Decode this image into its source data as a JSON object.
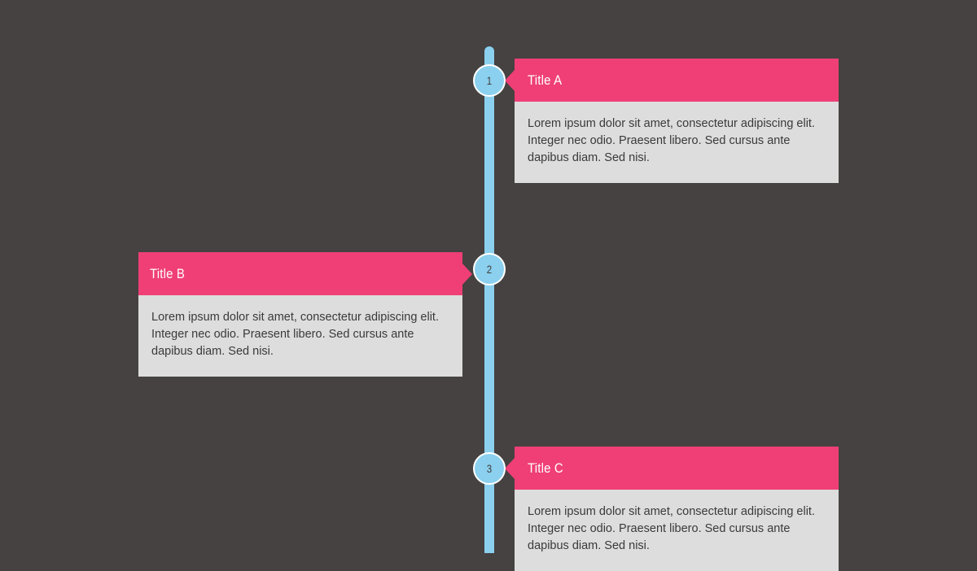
{
  "page": {
    "background_color": "#454241",
    "title": "Vertical Timeline"
  },
  "theme": {
    "accent_pink": "#ef3f76",
    "accent_blue": "#8bd0ee",
    "card_body_bg": "#dddddd",
    "body_text_color": "#3a3a3a",
    "title_text_color": "#ffffff",
    "marker_border_color": "#ffffff",
    "marker_number_color": "#3f3d3c"
  },
  "timeline": {
    "entries": [
      {
        "number": "1",
        "title": "Title A",
        "text": "Lorem ipsum dolor sit amet, consectetur adipiscing elit. Integer nec odio. Praesent libero. Sed cursus ante dapibus diam. Sed nisi.",
        "side": "right"
      },
      {
        "number": "2",
        "title": "Title B",
        "text": "Lorem ipsum dolor sit amet, consectetur adipiscing elit. Integer nec odio. Praesent libero. Sed cursus ante dapibus diam. Sed nisi.",
        "side": "left"
      },
      {
        "number": "3",
        "title": "Title C",
        "text": "Lorem ipsum dolor sit amet, consectetur adipiscing elit. Integer nec odio. Praesent libero. Sed cursus ante dapibus diam. Sed nisi.",
        "side": "right"
      }
    ]
  }
}
